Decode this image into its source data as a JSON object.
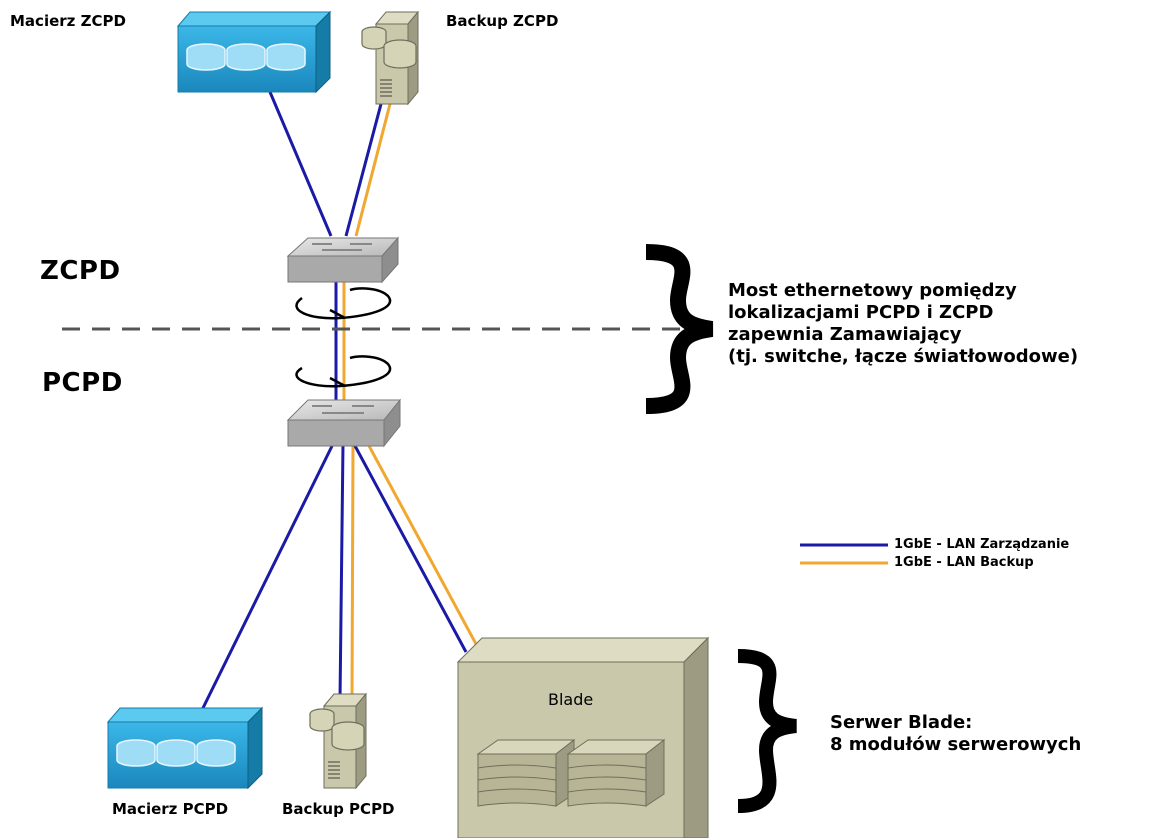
{
  "devices": {
    "macierz_zcpd": "Macierz ZCPD",
    "backup_zcpd": "Backup ZCPD",
    "macierz_pcpd": "Macierz PCPD",
    "backup_pcpd": "Backup PCPD",
    "blade": "Blade"
  },
  "zones": {
    "upper": "ZCPD",
    "lower": "PCPD"
  },
  "notes": {
    "bridge": [
      "Most ethernetowy pomiędzy",
      "lokalizacjami PCPD i ZCPD",
      "zapewnia Zamawiający",
      "(tj. switche, łącze światłowodowe)"
    ],
    "blade": [
      "Serwer Blade:",
      "8 modułów serwerowych"
    ]
  },
  "legend": [
    {
      "label": "1GbE - LAN Zarządzanie",
      "color": "#1a1aa6"
    },
    {
      "label": "1GbE - LAN Backup",
      "color": "#f0a830"
    }
  ],
  "colors": {
    "lan_management": "#1a1aa6",
    "lan_backup": "#f0a830",
    "storage": "#29a3d8",
    "server": "#c9c8ab",
    "switch": "#c8c8c8"
  }
}
